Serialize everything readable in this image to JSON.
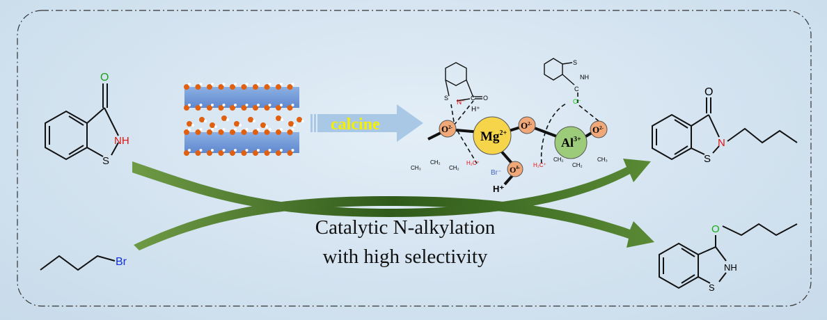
{
  "reactants": {
    "heterocycle": {
      "o": "O",
      "nh": "NH",
      "s": "S"
    },
    "alkyl_halide": {
      "br": "Br"
    }
  },
  "process": {
    "calcine_label": "calcine"
  },
  "mechanism": {
    "mg": "Mg",
    "mg_charge": "2+",
    "al": "Al",
    "al_charge": "3+",
    "o2": "O",
    "o2_charge": "2-",
    "odelta_charge": "δ-",
    "h_plus": "H⁺",
    "n_minus": "N⁻",
    "s": "S",
    "c": "C",
    "o": "O",
    "nh": "NH",
    "br_minus": "Br⁻",
    "o_minus": "O⁻",
    "chain_left": [
      "CH₃",
      "CH₂",
      "CH₂",
      "H₂C⁺"
    ],
    "chain_right": [
      "H₂C⁺",
      "CH₂",
      "CH₂",
      "CH₃"
    ]
  },
  "caption": {
    "line1": "Catalytic N-alkylation",
    "line2": "with high selectivity"
  },
  "products": {
    "n_alkyl": {
      "o": "O",
      "n": "N",
      "s": "S"
    },
    "o_alkyl": {
      "o": "O",
      "nh": "NH",
      "s": "S"
    }
  },
  "colors": {
    "arrow_green": "#4a7a2a",
    "calcine_arrow": "#a8c8e6",
    "calcine_text": "#f5f000",
    "mg": "#f7d54a",
    "al": "#9ccc7a",
    "oxygen": "#f0a878"
  }
}
